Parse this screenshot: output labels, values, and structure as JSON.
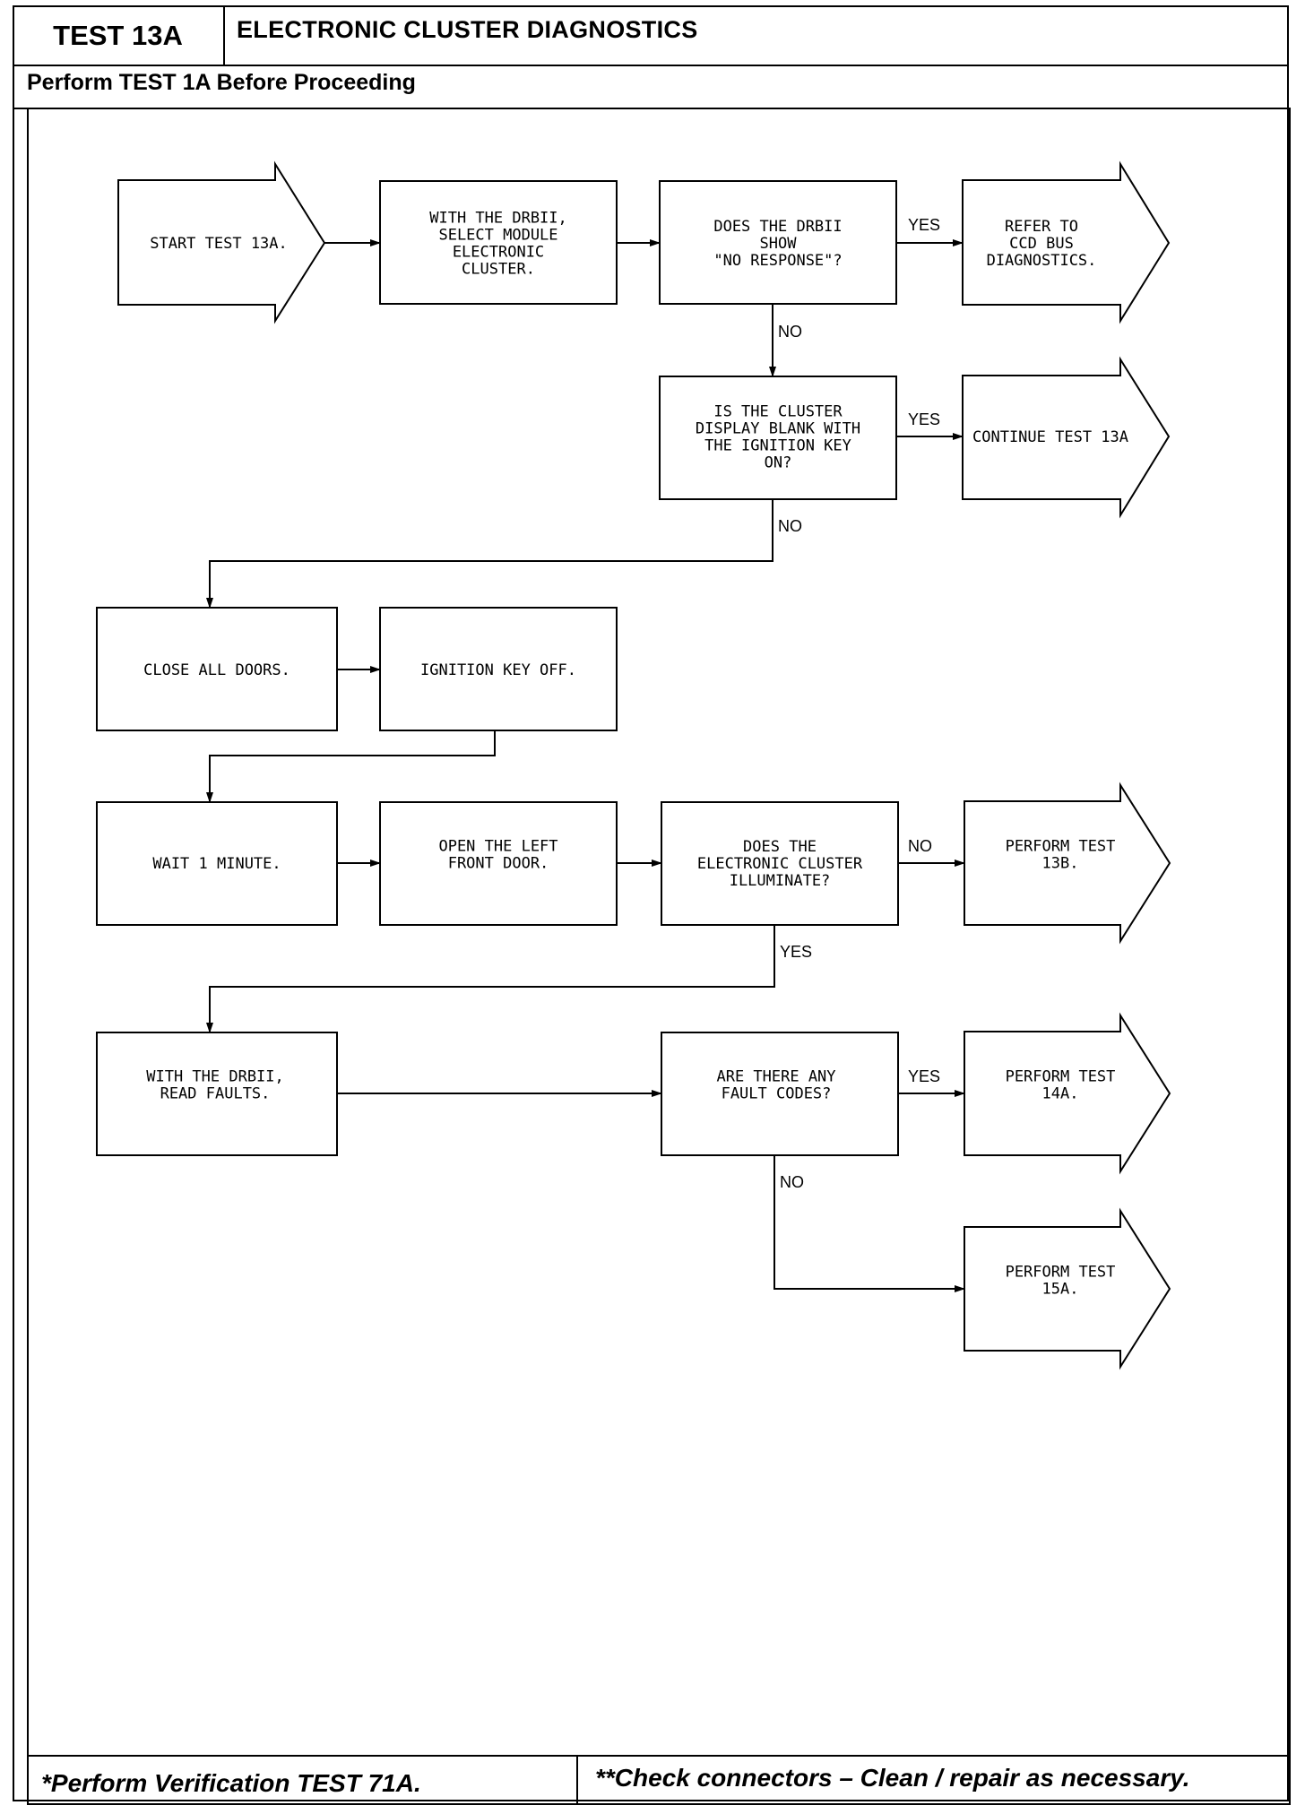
{
  "header": {
    "test_id": "TEST 13A",
    "title": "ELECTRONIC CLUSTER DIAGNOSTICS",
    "prerequisite": "Perform TEST 1A Before Proceeding"
  },
  "footer": {
    "left_note": "*Perform Verification TEST 71A.",
    "right_note": "**Check connectors – Clean / repair as necessary."
  },
  "flowchart": {
    "start": [
      "START TEST 13A."
    ],
    "select_module": [
      "WITH THE DRBII,",
      "SELECT MODULE",
      "ELECTRONIC",
      "CLUSTER."
    ],
    "no_response_question": [
      "DOES THE DRBII",
      "SHOW",
      "\"NO RESPONSE\"?"
    ],
    "ccd_bus": [
      "REFER TO",
      "CCD BUS",
      "DIAGNOSTICS."
    ],
    "display_blank_question": [
      "IS THE CLUSTER",
      "DISPLAY BLANK WITH",
      "THE IGNITION KEY",
      "ON?"
    ],
    "continue_test": [
      "CONTINUE TEST 13A"
    ],
    "close_doors": [
      "CLOSE ALL DOORS."
    ],
    "ignition_off": [
      "IGNITION KEY OFF."
    ],
    "wait": [
      "WAIT 1 MINUTE."
    ],
    "open_door": [
      "OPEN THE LEFT",
      "FRONT DOOR."
    ],
    "illuminate_question": [
      "DOES THE",
      "ELECTRONIC CLUSTER",
      "ILLUMINATE?"
    ],
    "perform_13b": [
      "PERFORM TEST",
      "13B."
    ],
    "read_faults": [
      "WITH THE DRBII,",
      "READ FAULTS."
    ],
    "fault_codes_question": [
      "ARE THERE ANY",
      "FAULT CODES?"
    ],
    "perform_14a": [
      "PERFORM TEST",
      "14A."
    ],
    "perform_15a": [
      "PERFORM TEST",
      "15A."
    ],
    "labels": {
      "yes_ccd": "YES",
      "no_q1": "NO",
      "yes_continue": "YES",
      "no_q2": "NO",
      "no_q3": "NO",
      "yes_q3": "YES",
      "yes_q4": "YES",
      "no_q4": "NO"
    }
  }
}
